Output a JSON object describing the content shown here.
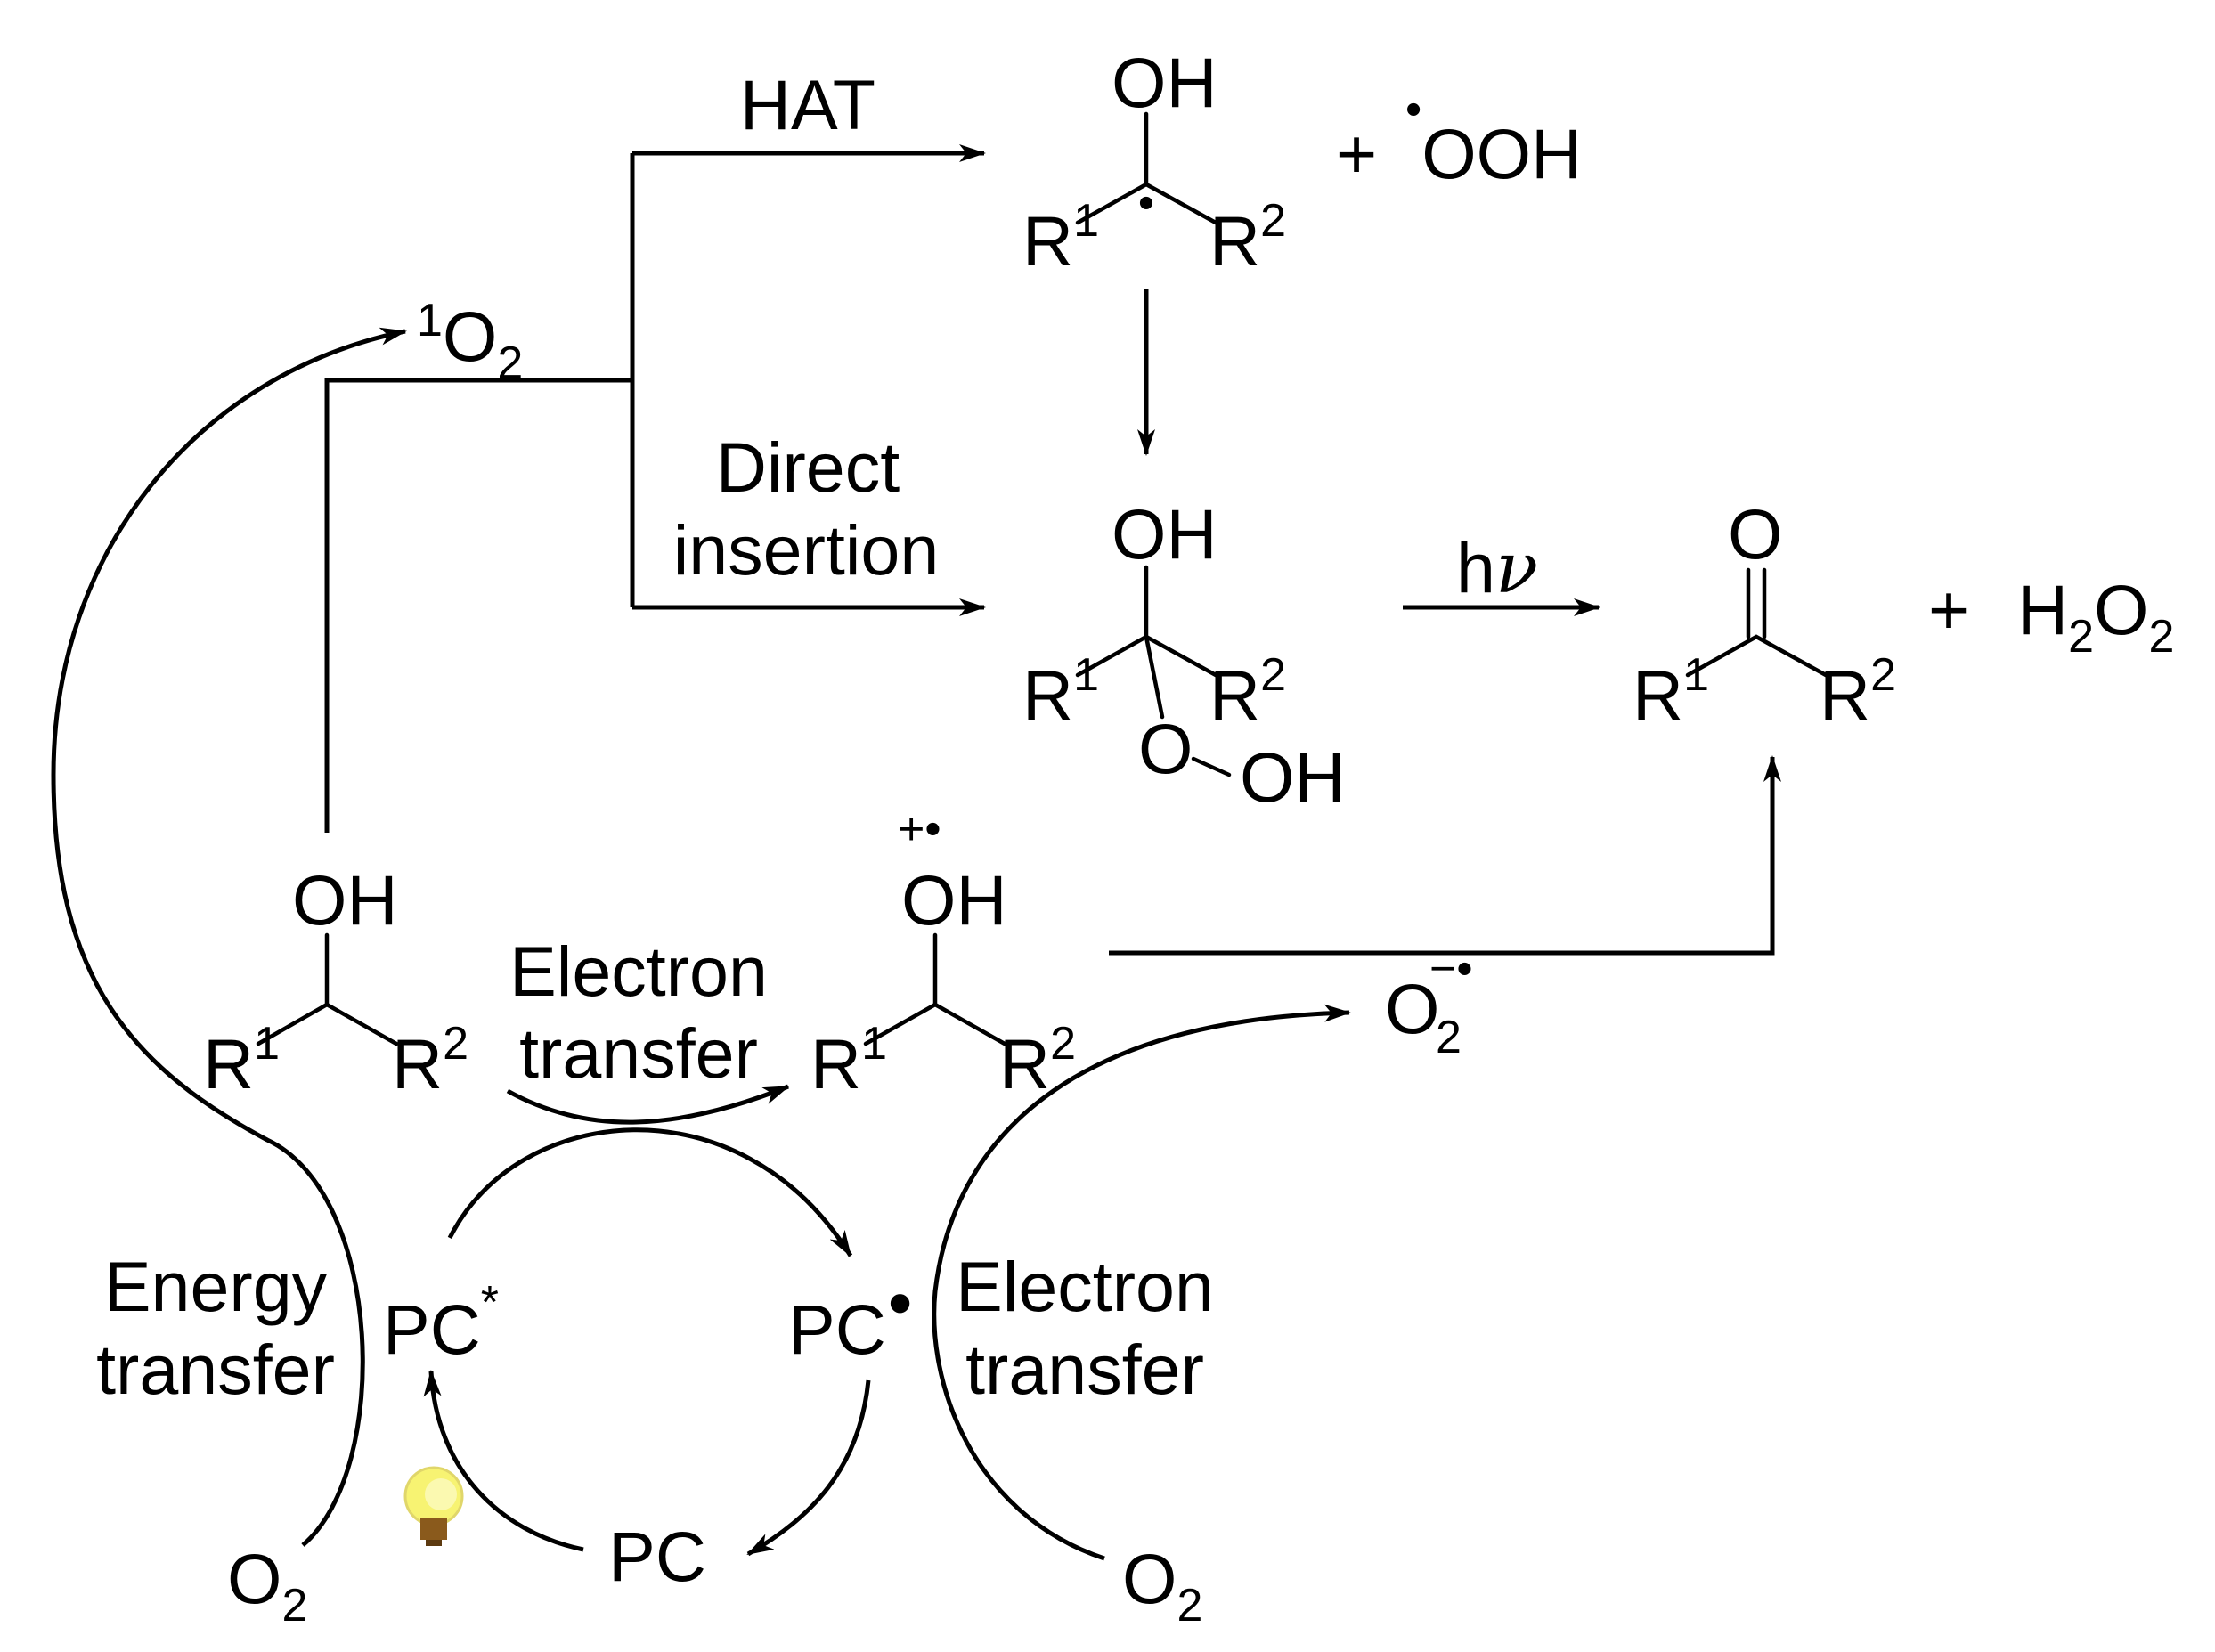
{
  "labels": {
    "hat": "HAT",
    "direct_insertion_1": "Direct",
    "direct_insertion_2": "insertion",
    "hv_h": "h",
    "hv_nu": "ν",
    "electron_transfer_1a": "Electron",
    "electron_transfer_1b": "transfer",
    "electron_transfer_2a": "Electron",
    "electron_transfer_2b": "transfer",
    "energy_transfer_a": "Energy",
    "energy_transfer_b": "transfer"
  },
  "species": {
    "singlet_oxygen": {
      "sup": "1",
      "main": "O",
      "sub": "2"
    },
    "o2_left": {
      "main": "O",
      "sub": "2"
    },
    "o2_right": {
      "main": "O",
      "sub": "2"
    },
    "superoxide": {
      "main": "O",
      "sub": "2",
      "sup": "−•"
    },
    "hydroperoxyl_radical": {
      "dot": "•",
      "main": "OOH"
    },
    "hydrogen_peroxide": {
      "a": "H",
      "b": "2",
      "c": "O",
      "d": "2"
    },
    "plus": "+",
    "pc": "PC",
    "pc_excited": {
      "main": "PC",
      "sup": "*"
    },
    "pc_radical": {
      "main": "PC",
      "sup": "•"
    }
  },
  "structures": {
    "alcohol": {
      "oh": "OH",
      "r1": "R",
      "r1_sup": "1",
      "r2": "R",
      "r2_sup": "2"
    },
    "radical_cation": {
      "charge": "+•",
      "oh": "OH",
      "r1": "R",
      "r1_sup": "1",
      "r2": "R",
      "r2_sup": "2"
    },
    "carbon_radical": {
      "oh": "OH",
      "r1": "R",
      "r1_sup": "1",
      "r2": "R",
      "r2_sup": "2",
      "dot": "•"
    },
    "hydroperoxide": {
      "oh": "OH",
      "r1": "R",
      "r1_sup": "1",
      "r2": "R",
      "r2_sup": "2",
      "o": "O",
      "oh2": "OH"
    },
    "ketone": {
      "o": "O",
      "r1": "R",
      "r1_sup": "1",
      "r2": "R",
      "r2_sup": "2"
    }
  },
  "icons": [
    "light-bulb-icon"
  ]
}
